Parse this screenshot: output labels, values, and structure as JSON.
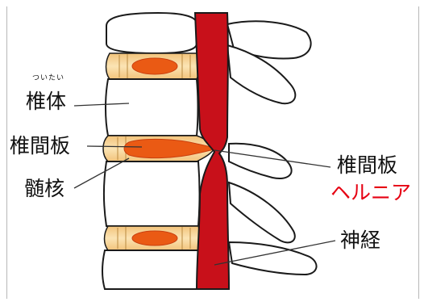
{
  "labels": {
    "vertebral_body": "椎体",
    "vertebral_body_reading": "ついたい",
    "intervertebral_disc": "椎間板",
    "nucleus_pulposus": "髄核",
    "herniation_line1": "椎間板",
    "herniation_line2": "ヘルニア",
    "nerve": "神経"
  },
  "colors": {
    "bone_fill": "#ffffff",
    "outline": "#1a1a1a",
    "disc_ring": "#f6d79a",
    "nucleus": "#ea5a14",
    "nerve": "#c8101a",
    "herniation_text": "#e60012"
  }
}
